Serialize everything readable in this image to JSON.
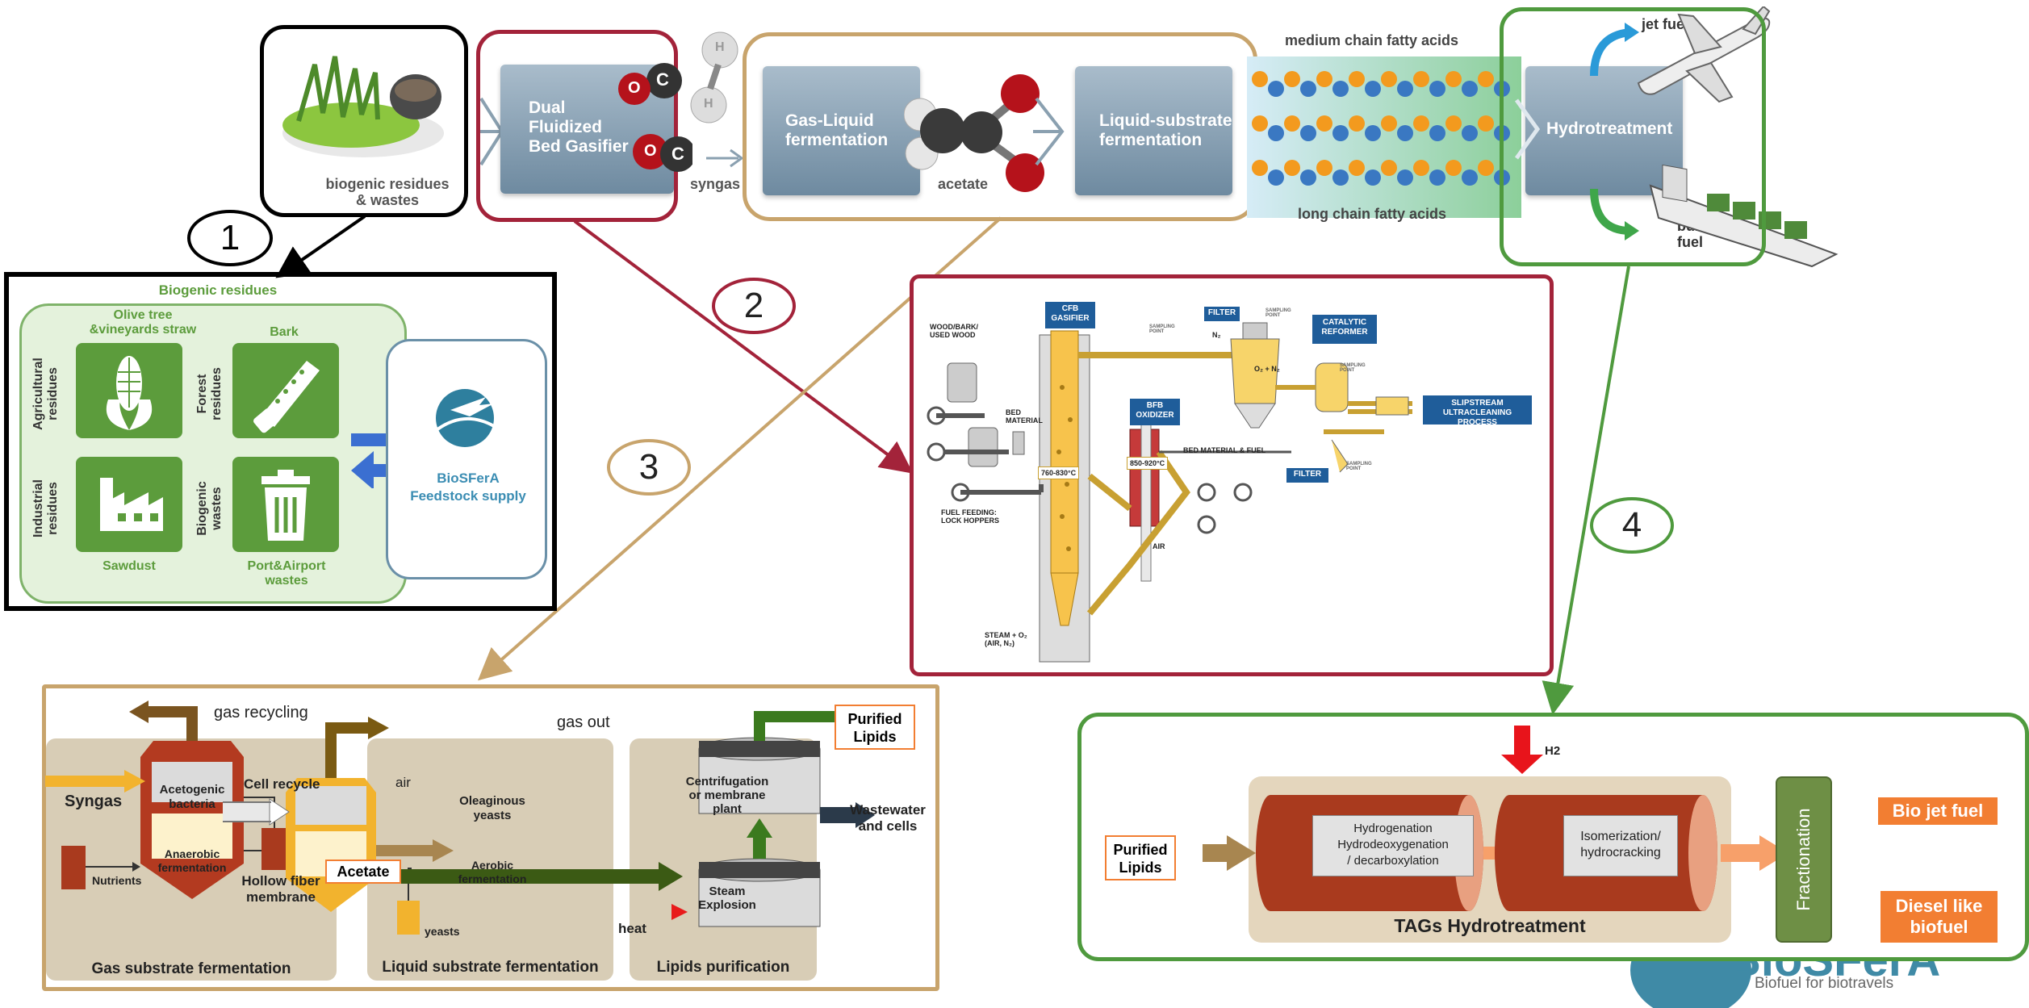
{
  "top_flow": {
    "feedstock_label": "biogenic residues\n& wastes",
    "gasifier_label": "Dual\nFluidized\nBed Gasifier",
    "syngas_label": "syngas",
    "gasliquid_label": "Gas-Liquid\nfermentation",
    "acetate_label": "acetate",
    "liquidsubstrate_label": "Liquid-substrate\nfermentation",
    "mcfa_label": "medium chain fatty acids",
    "lcfa_label": "long chain fatty acids",
    "hydro_label": "Hydrotreatment",
    "jet_fuel_label": "jet fuel",
    "bunker_fuel_label": "bunker\nfuel",
    "atom_o": "O",
    "atom_c": "C",
    "atom_h": "H"
  },
  "callouts": {
    "n1": "1",
    "n2": "2",
    "n3": "3",
    "n4": "4"
  },
  "panel1": {
    "title": "Biogenic residues",
    "olive": "Olive tree\n&vineyards straw",
    "bark": "Bark",
    "agricultural": "Agricultural\nresidues",
    "forest": "Forest\nresidues",
    "industrial": "Industrial\nresidues",
    "biogenic": "Biogenic\nwastes",
    "sawdust": "Sawdust",
    "port": "Port&Airport\nwastes",
    "biosfera": "BioSFerA\nFeedstock supply"
  },
  "panel2": {
    "wood": "WOOD/BARK/\nUSED WOOD",
    "cfb": "CFB\nGASIFIER",
    "filter_top": "FILTER",
    "catalytic": "CATALYTIC\nREFORMER",
    "slipstream": "SLIPSTREAM\nULTRACLEANING PROCESS",
    "bfb": "BFB\nOXIDIZER",
    "filter_bottom": "FILTER",
    "bed_material": "BED\nMATERIAL",
    "bed_material_fuel": "BED MATERIAL & FUEL",
    "temp1": "760-830°C",
    "temp2": "850-920°C",
    "fuel_feeding": "FUEL FEEDING:\nLOCK HOPPERS",
    "steam": "STEAM + O₂\n(AIR, N₂)",
    "air": "AIR",
    "sampling1": "SAMPLING\nPOINT",
    "sampling2": "SAMPLING\nPOINT",
    "sampling3": "SAMPLING\nPOINT",
    "sampling4": "SAMPLING\nPOINT",
    "o2n2": "O₂ + N₂",
    "n2": "N₂"
  },
  "panel3": {
    "gas_recycling": "gas recycling",
    "gas_out": "gas out",
    "purified_lipids": "Purified\nLipids",
    "syngas": "Syngas",
    "acetogenic": "Acetogenic\nbacteria",
    "cell_recycle": "Cell recycle",
    "anaerobic": "Anaerobic\nfermentation",
    "nutrients": "Nutrients",
    "hollow": "Hollow fiber\nmembrane",
    "acetate": "Acetate",
    "air": "air",
    "oleaginous": "Oleaginous\nyeasts",
    "aerobic": "Aerobic\nfermentation",
    "yeasts": "yeasts",
    "centrifugation": "Centrifugation\nor membrane\nplant",
    "wastewater": "Wastewater\nand cells",
    "heat": "heat",
    "steam_explosion": "Steam\nExplosion",
    "gas_substrate": "Gas substrate fermentation",
    "liquid_substrate": "Liquid substrate fermentation",
    "lipids_purification": "Lipids purification"
  },
  "panel4": {
    "h2": "H2",
    "purified_lipids": "Purified\nLipids",
    "hydrogenation": "Hydrogenation\nHydrodeoxygenation\n/ decarboxylation",
    "isomerization": "Isomerization/\nhydrocracking",
    "tags": "TAGs Hydrotreatment",
    "fractionation": "Fractionation",
    "bio_jet": "Bio jet fuel",
    "diesel": "Diesel like\nbiofuel"
  },
  "footer": {
    "logo_text": "BioSFerA",
    "tagline": "Biofuel for biotravels"
  },
  "colors": {
    "maroon": "#a3233a",
    "tan_border": "#c8a46c",
    "green_border": "#4f9a3e",
    "steel": "#7e97ab",
    "leaf_green": "#5c9c3c",
    "rust": "#a93a1e",
    "orange": "#f27e32",
    "navy": "#1f5d9a"
  }
}
